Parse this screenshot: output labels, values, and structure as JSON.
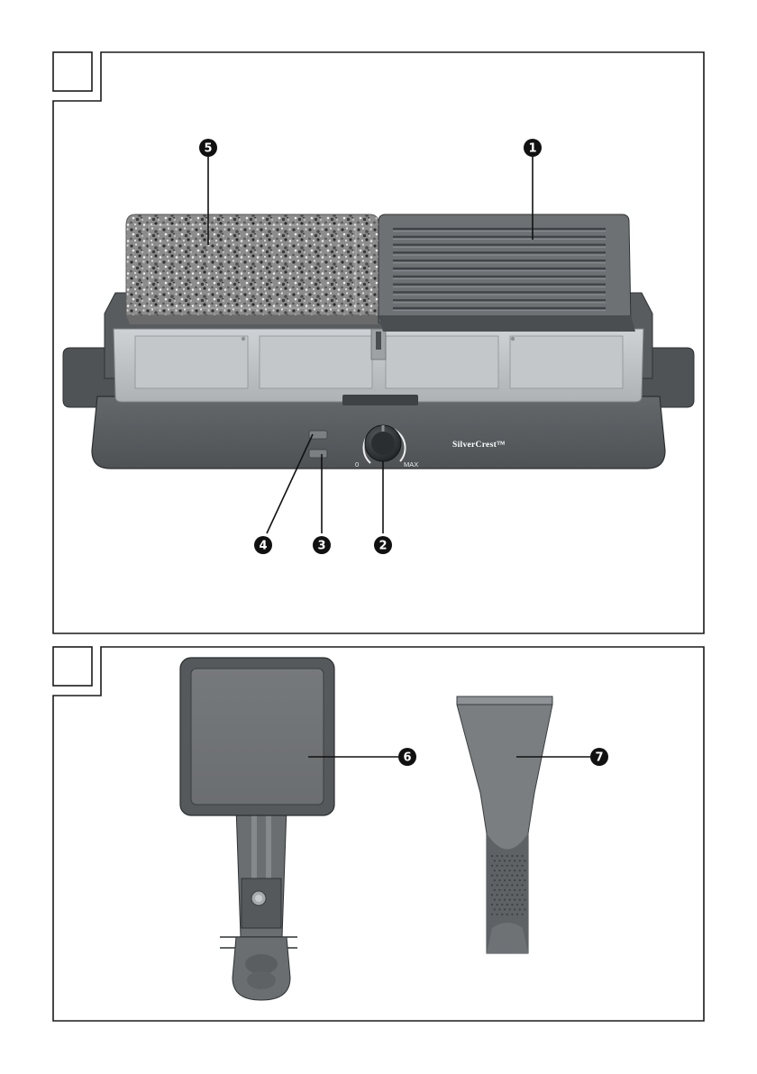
{
  "figure1": {
    "brand": "SilverCrest™",
    "knob_min": "0",
    "knob_max": "MAX",
    "callouts": [
      {
        "number": "1",
        "part": "grill-plate"
      },
      {
        "number": "2",
        "part": "temperature-control"
      },
      {
        "number": "3",
        "part": "control-lamp-3"
      },
      {
        "number": "4",
        "part": "control-lamp-4"
      },
      {
        "number": "5",
        "part": "stone-plate"
      }
    ]
  },
  "figure2": {
    "callouts": [
      {
        "number": "6",
        "part": "raclette-pan"
      },
      {
        "number": "7",
        "part": "spatula"
      }
    ]
  },
  "colors": {
    "frame": "#1a1a1a",
    "appliance_dark": "#55595c",
    "appliance_body": "#9a9ea1",
    "tray": "#c2c5c7",
    "grill": "#6d7174",
    "stone": "#8f8f8f"
  }
}
